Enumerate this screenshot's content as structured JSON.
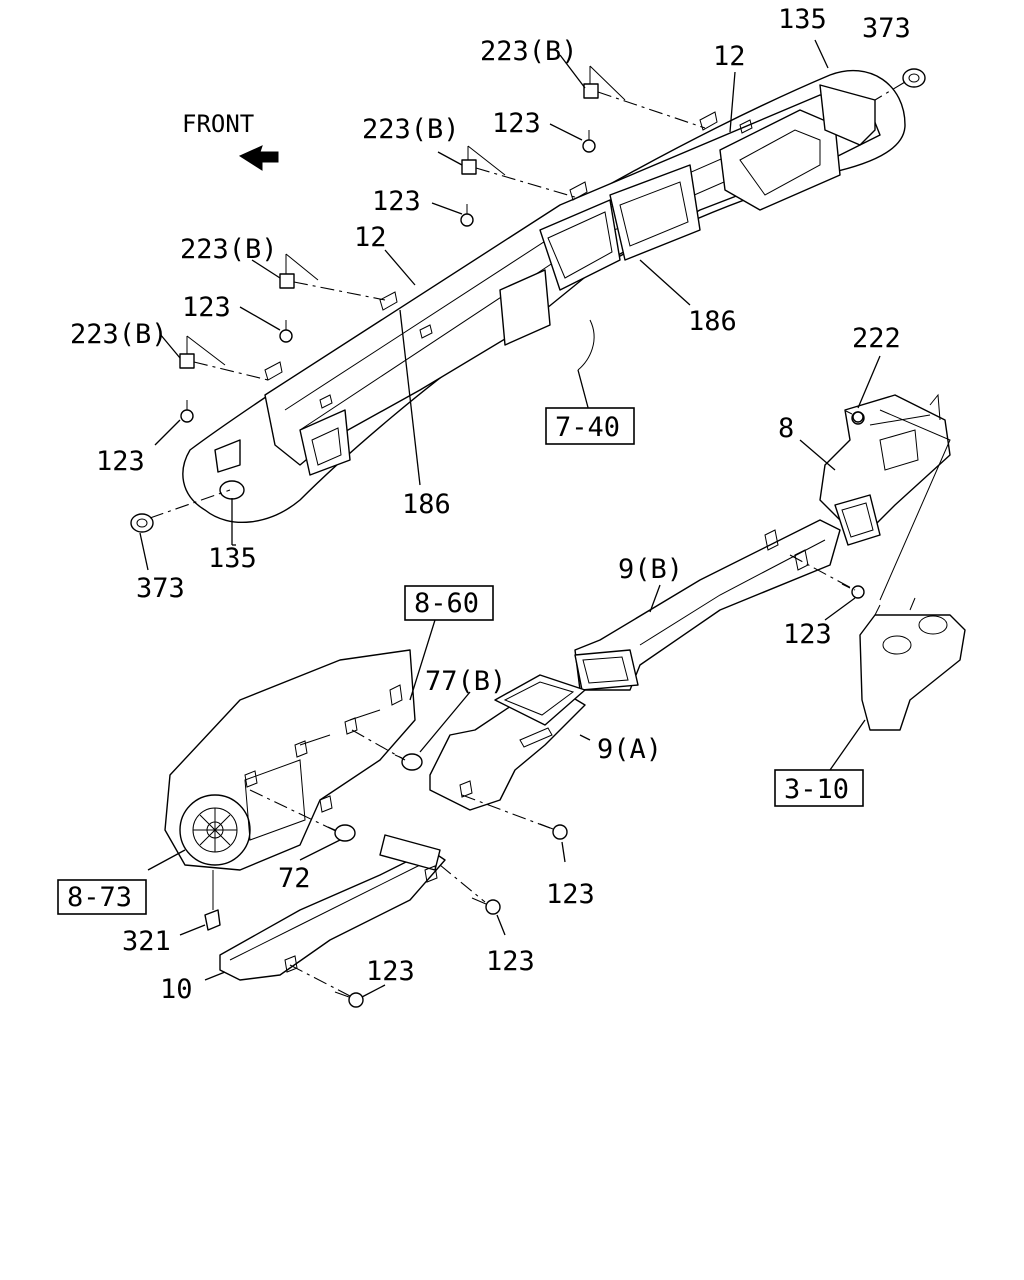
{
  "front": "FRONT",
  "labels": {
    "l135_top": "135",
    "l373_top": "373",
    "l223b_1": "223(B)",
    "l12_top": "12",
    "l123_1": "123",
    "l223b_2": "223(B)",
    "l123_2": "123",
    "l223b_3": "223(B)",
    "l12_mid": "12",
    "l123_3": "123",
    "l223b_4": "223(B)",
    "l186_right": "186",
    "l123_4": "123",
    "l186_mid": "186",
    "l135_bot": "135",
    "l373_bot": "373",
    "l222": "222",
    "l8": "8",
    "l9b": "9(B)",
    "l123_5": "123",
    "l77b": "77(B)",
    "l9a": "9(A)",
    "l72": "72",
    "l123_6": "123",
    "l123_7": "123",
    "l321": "321",
    "l10": "10",
    "l123_8": "123"
  },
  "refs": {
    "r7_40": "7-40",
    "r8_60": "8-60",
    "r3_10": "3-10",
    "r8_73": "8-73"
  }
}
